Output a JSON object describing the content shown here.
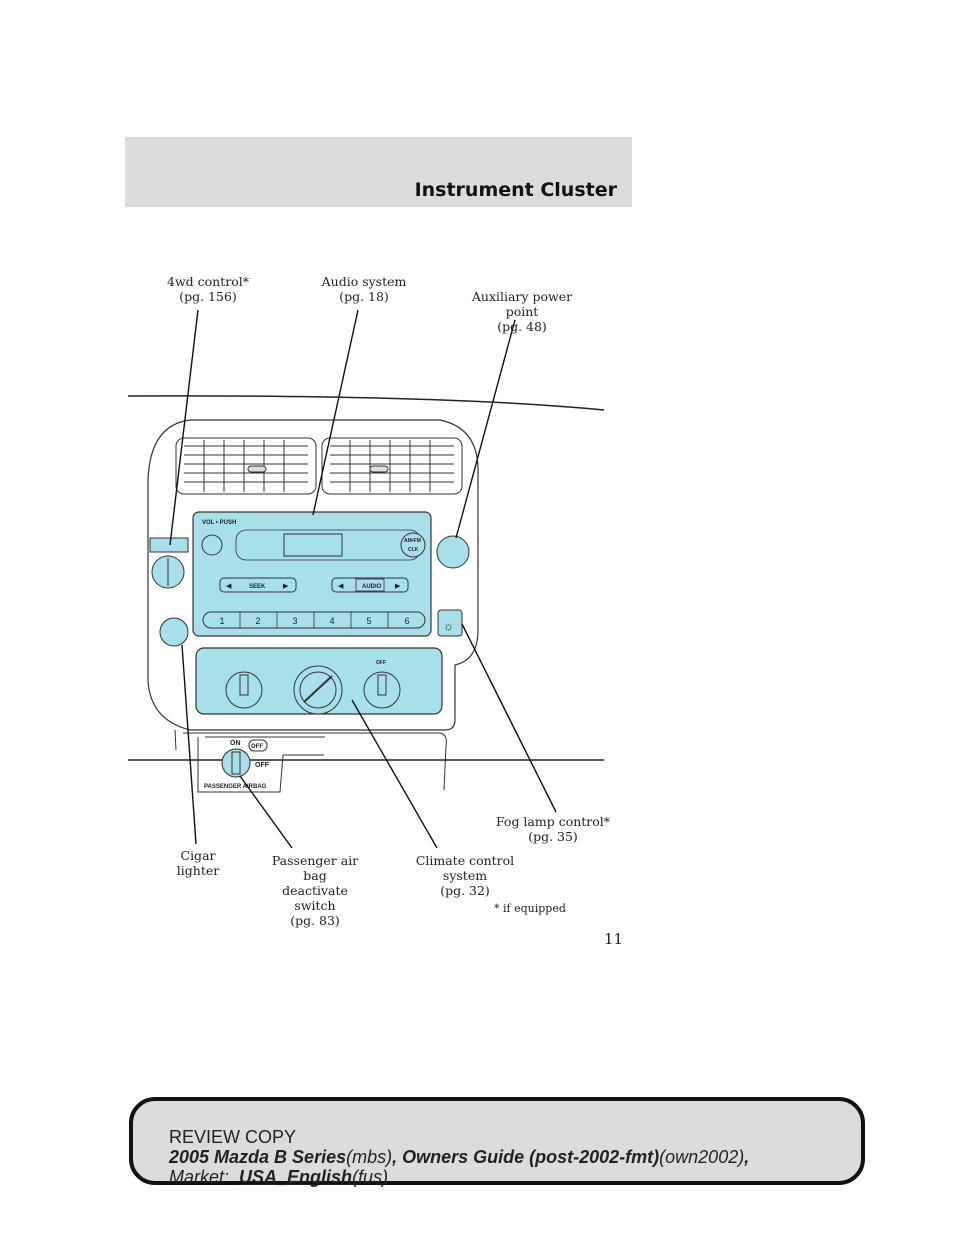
{
  "header": {
    "section_title": "Instrument Cluster"
  },
  "callouts": {
    "fourwd": {
      "line1": "4wd control*",
      "line2": "(pg. 156)"
    },
    "audio": {
      "line1": "Audio system",
      "line2": "(pg. 18)"
    },
    "aux_power": {
      "line1": "Auxiliary power point",
      "line2": "(pg. 48)"
    },
    "fog_lamp": {
      "line1": "Fog lamp control*",
      "line2": "(pg. 35)"
    },
    "cigar": {
      "line1": "Cigar lighter"
    },
    "airbag_switch": {
      "line1": "Passenger air bag",
      "line2": "deactivate switch",
      "line3": "(pg. 83)"
    },
    "climate": {
      "line1": "Climate control system",
      "line2": "(pg. 32)"
    }
  },
  "panel_labels": {
    "vol_push": "VOL • PUSH",
    "am_fm": "AM•FM",
    "clk": "CLK",
    "seek": "SEEK",
    "audio": "AUDIO",
    "presets": [
      "1",
      "2",
      "3",
      "4",
      "5",
      "6"
    ],
    "on": "ON",
    "off_badge": "OFF",
    "off": "OFF",
    "passenger_airbag": "PASSENGER AIRBAG",
    "climate_off": "OFF"
  },
  "footnote": "* if equipped",
  "page_number": "11",
  "review": {
    "line1": "REVIEW COPY",
    "l2_a": "2005 Mazda B Series",
    "l2_b": "(mbs)",
    "l2_c": ", Owners Guide (post-2002-fmt)",
    "l2_d": "(own2002)",
    "l2_e": ",",
    "l3_a": "Market:",
    "l3_b": "USA_English",
    "l3_c": "(fus)"
  },
  "colors": {
    "panel_fill": "#a9dfe9",
    "header_band": "#dcdcdc"
  }
}
